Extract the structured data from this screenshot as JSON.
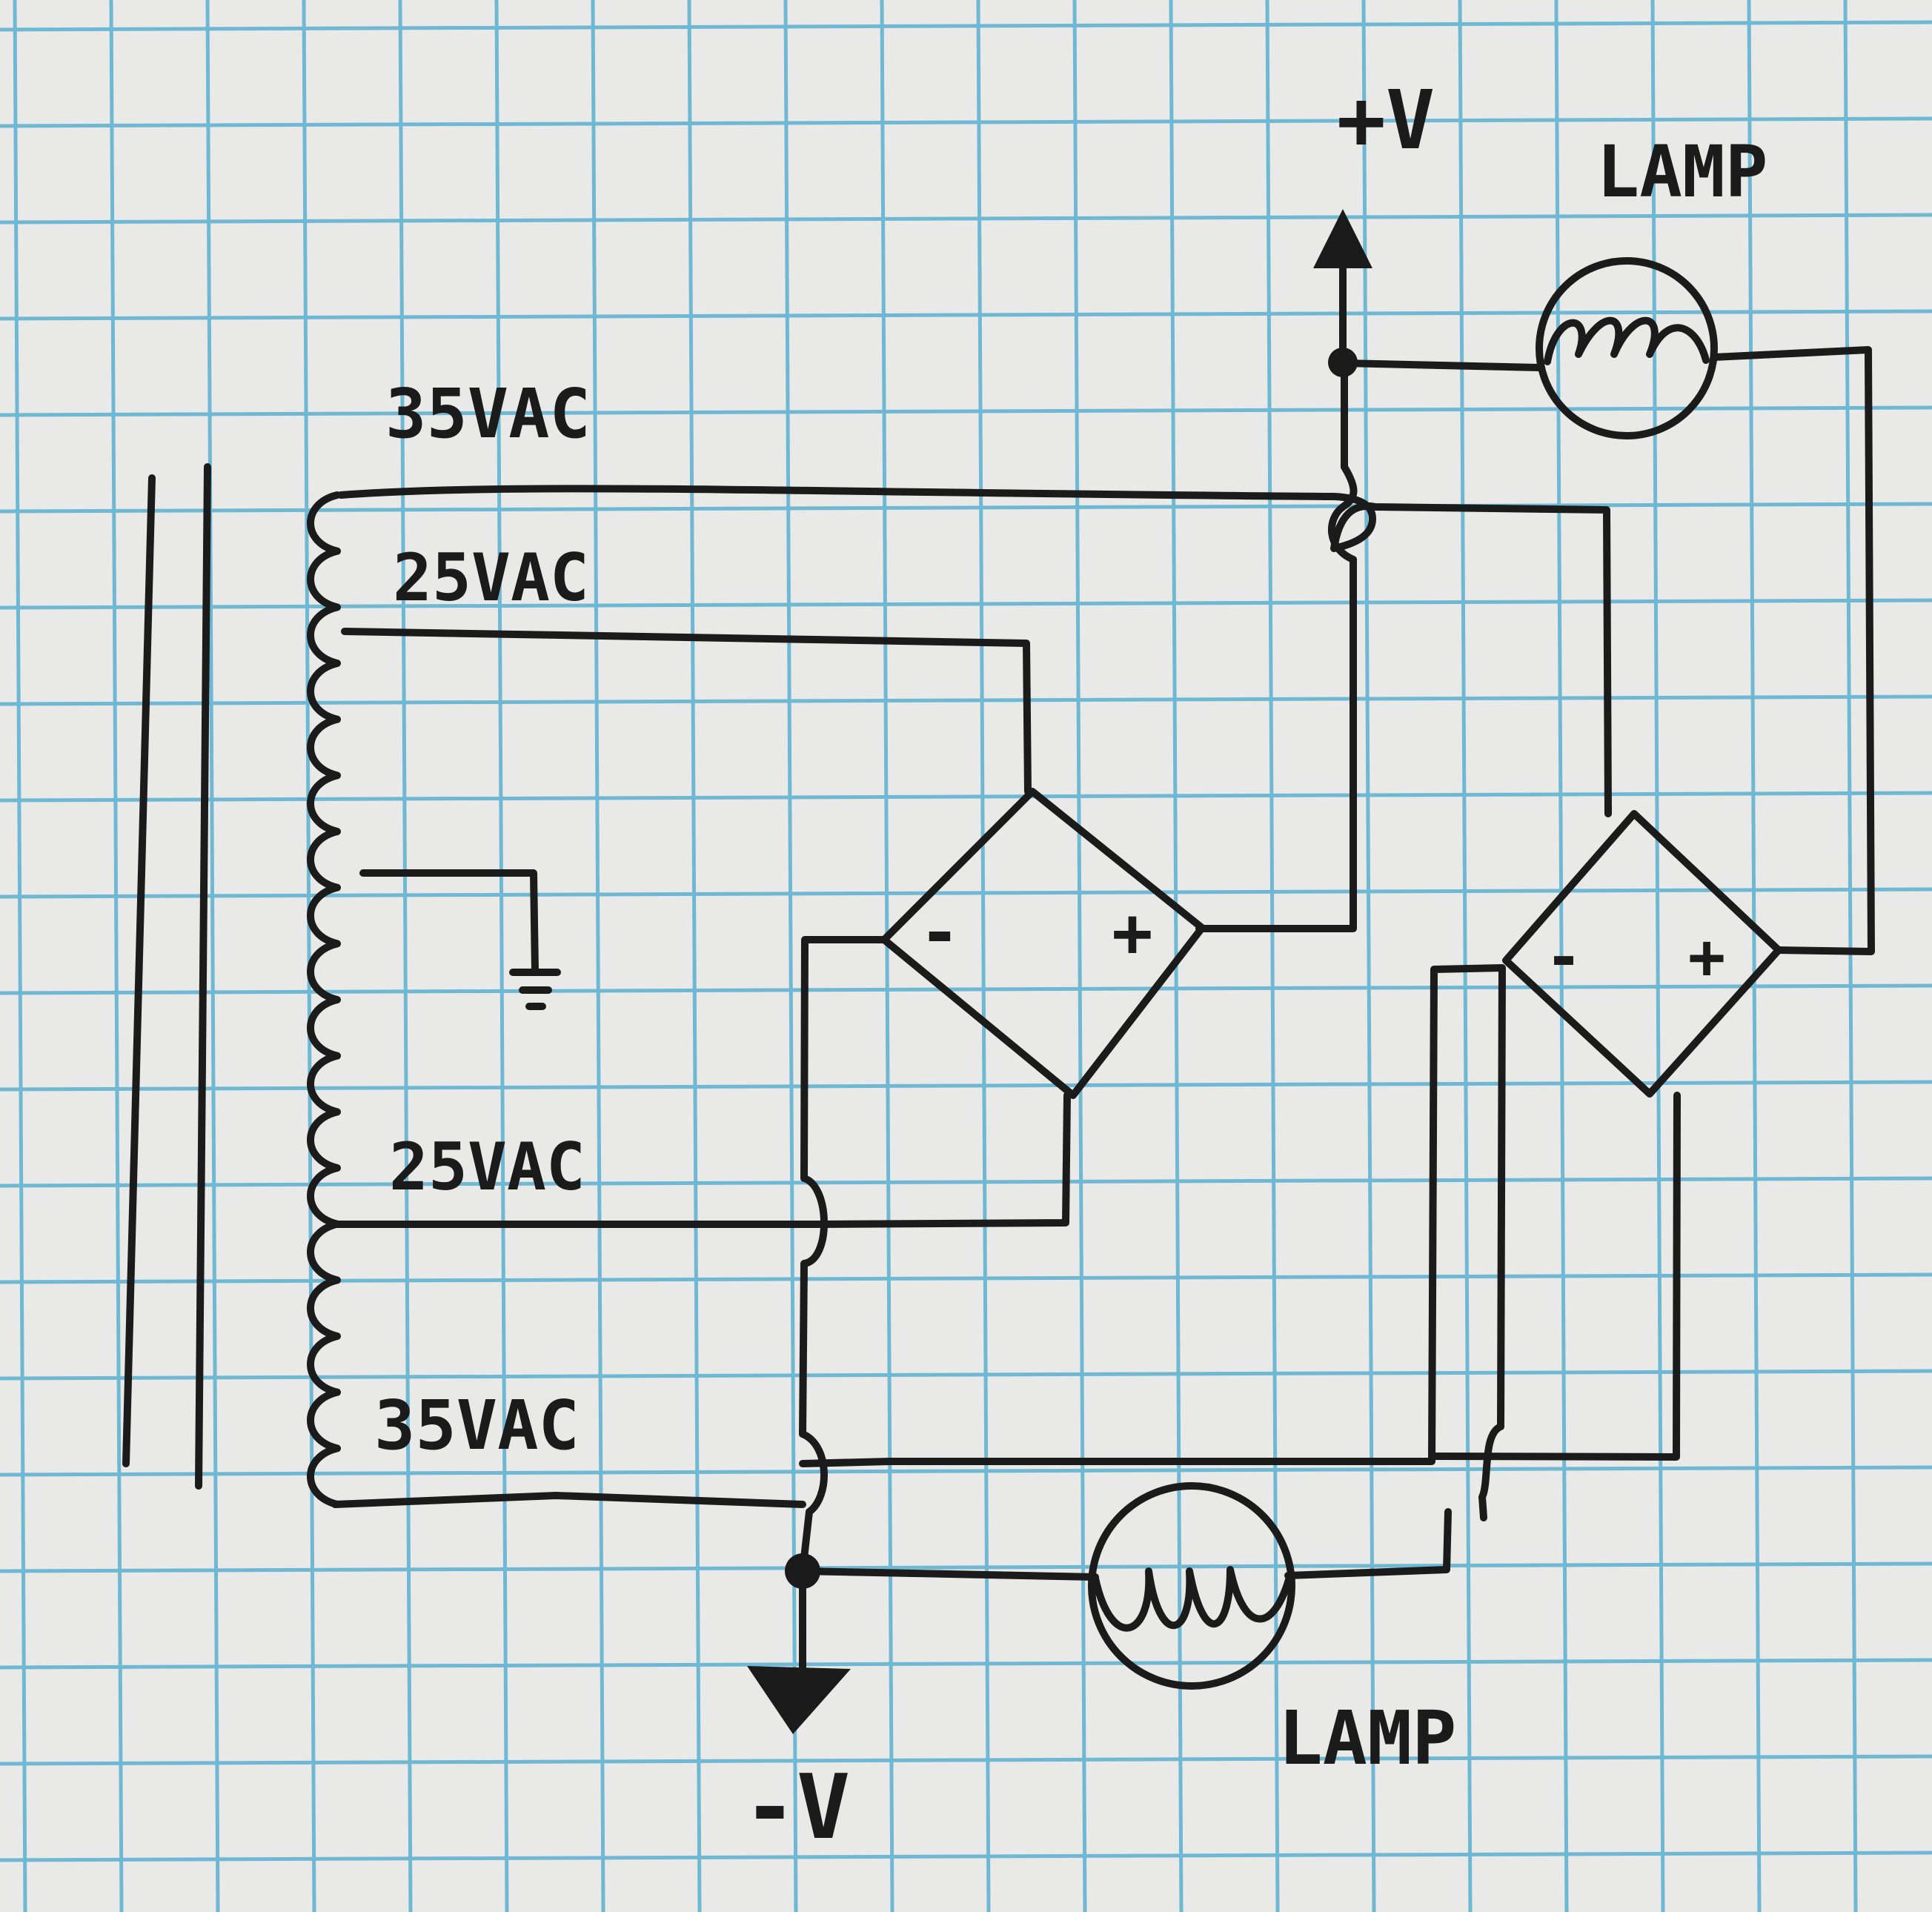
{
  "colors": {
    "paper": "#e9e9e7",
    "grid": "#6fb8d4",
    "ink": "#1b1b1b"
  },
  "labels": {
    "supply_positive": "+V",
    "supply_negative": "-V",
    "lamp_top": "LAMP",
    "lamp_bottom": "LAMP",
    "tap_top_outer": "35VAC",
    "tap_top_inner": "25VAC",
    "tap_bottom_inner": "25VAC",
    "tap_bottom_outer": "35VAC",
    "bridge_left_minus": "-",
    "bridge_left_plus": "+",
    "bridge_right_minus": "-",
    "bridge_right_plus": "+"
  },
  "symbols": {
    "transformer_core": "transformer-core-lines",
    "ground": "ground-symbol",
    "lamp": "lamp-filament-icon",
    "arrow_up": "arrow-up-icon",
    "arrow_down": "arrow-down-icon"
  }
}
